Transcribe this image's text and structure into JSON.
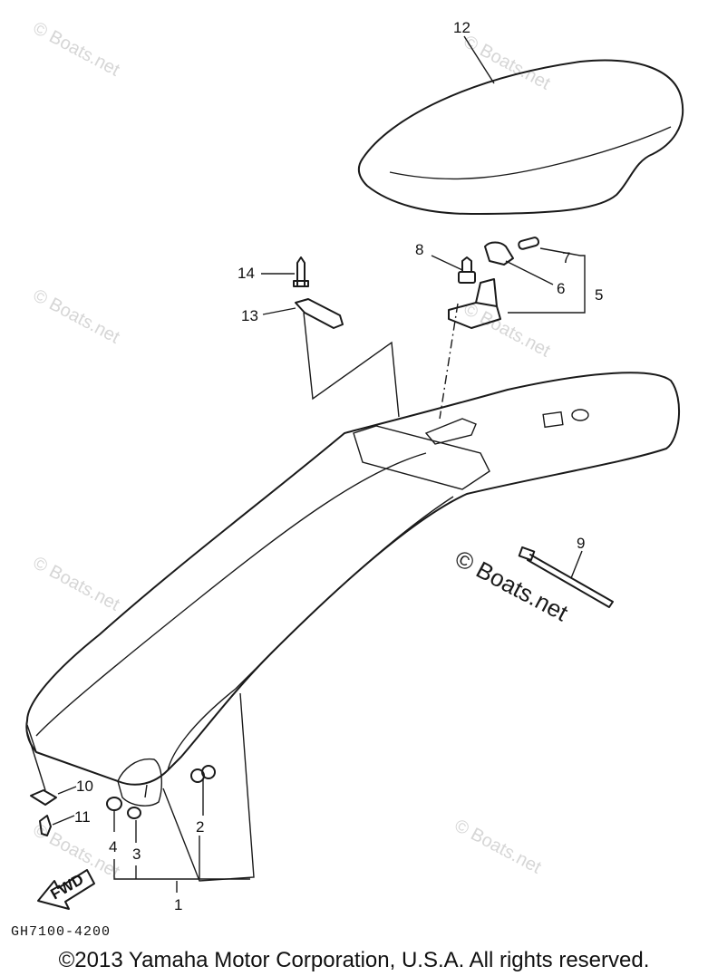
{
  "callouts": {
    "c1": "1",
    "c2": "2",
    "c3": "3",
    "c4": "4",
    "c5": "5",
    "c6": "6",
    "c7": "7",
    "c8": "8",
    "c9": "9",
    "c10": "10",
    "c11": "11",
    "c12": "12",
    "c13": "13",
    "c14": "14"
  },
  "fwd_arrow": "FWD",
  "watermark": {
    "small": "© Boats.net",
    "large": "© Boats.net"
  },
  "drawing_code": "GH7100-4200",
  "copyright": "©2013 Yamaha Motor Corporation, U.S.A. All rights reserved.",
  "colors": {
    "line": "#1a1a1a",
    "watermark": "#d6d6d6",
    "background": "#ffffff"
  }
}
